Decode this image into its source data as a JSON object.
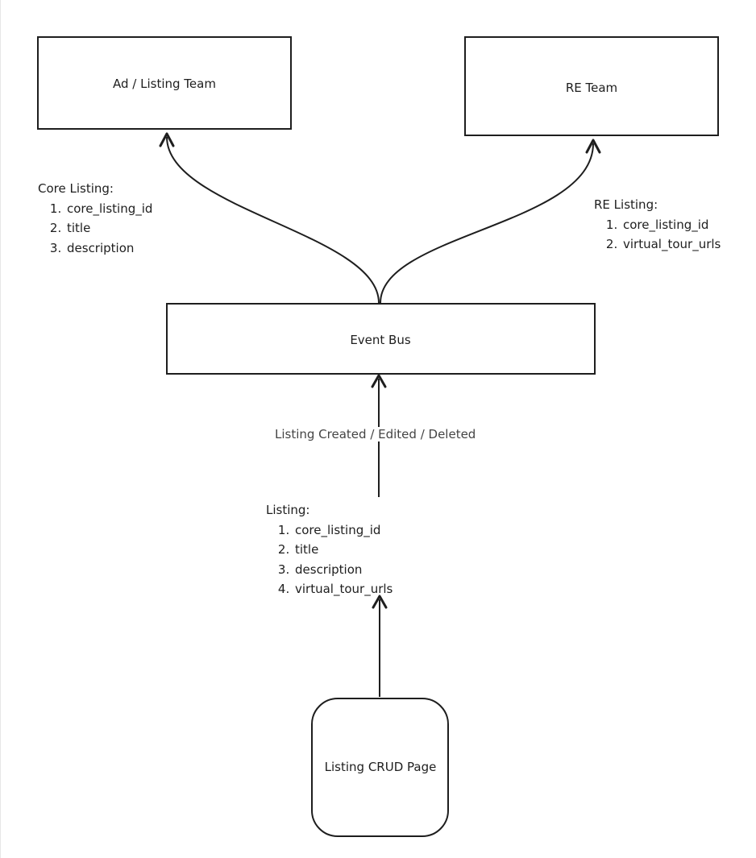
{
  "nodes": {
    "ad_team": "Ad / Listing Team",
    "re_team": "RE Team",
    "event_bus": "Event Bus",
    "crud_page": "Listing CRUD Page"
  },
  "edge_label": "Listing Created / Edited / Deleted",
  "notes": {
    "core_listing": {
      "title": "Core Listing:",
      "items": [
        "core_listing_id",
        "title",
        "description"
      ]
    },
    "re_listing": {
      "title": "RE Listing:",
      "items": [
        "core_listing_id",
        "virtual_tour_urls"
      ]
    },
    "listing": {
      "title": "Listing:",
      "items": [
        "core_listing_id",
        "title",
        "description",
        "virtual_tour_urls"
      ]
    }
  },
  "colors": {
    "stroke": "#1e1e1e",
    "edge_label": "#444444",
    "background": "#ffffff"
  }
}
